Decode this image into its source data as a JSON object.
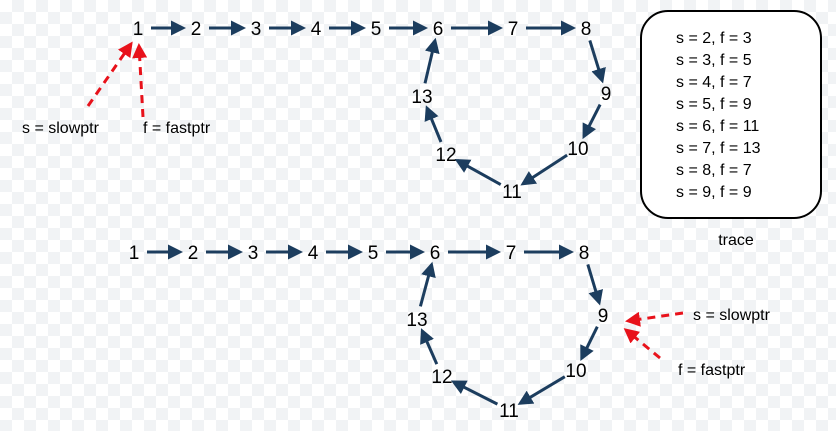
{
  "colors": {
    "arrow": "#1c3d5e",
    "pointer": "#e8121b",
    "text": "#000000"
  },
  "top_list": {
    "nodes": [
      "1",
      "2",
      "3",
      "4",
      "5",
      "6",
      "7",
      "8",
      "9",
      "10",
      "11",
      "12",
      "13"
    ],
    "slow_label": "s = slowptr",
    "fast_label": "f = fastptr"
  },
  "bottom_list": {
    "nodes": [
      "1",
      "2",
      "3",
      "4",
      "5",
      "6",
      "7",
      "8",
      "9",
      "10",
      "11",
      "12",
      "13"
    ],
    "slow_label": "s = slowptr",
    "fast_label": "f = fastptr"
  },
  "trace": {
    "lines": [
      "s = 2, f = 3",
      "s = 3, f = 5",
      "s = 4, f = 7",
      "s = 5, f = 9",
      "s = 6, f = 11",
      "s = 7, f = 13",
      "s = 8, f = 7",
      "s = 9, f = 9"
    ],
    "caption": "trace"
  }
}
